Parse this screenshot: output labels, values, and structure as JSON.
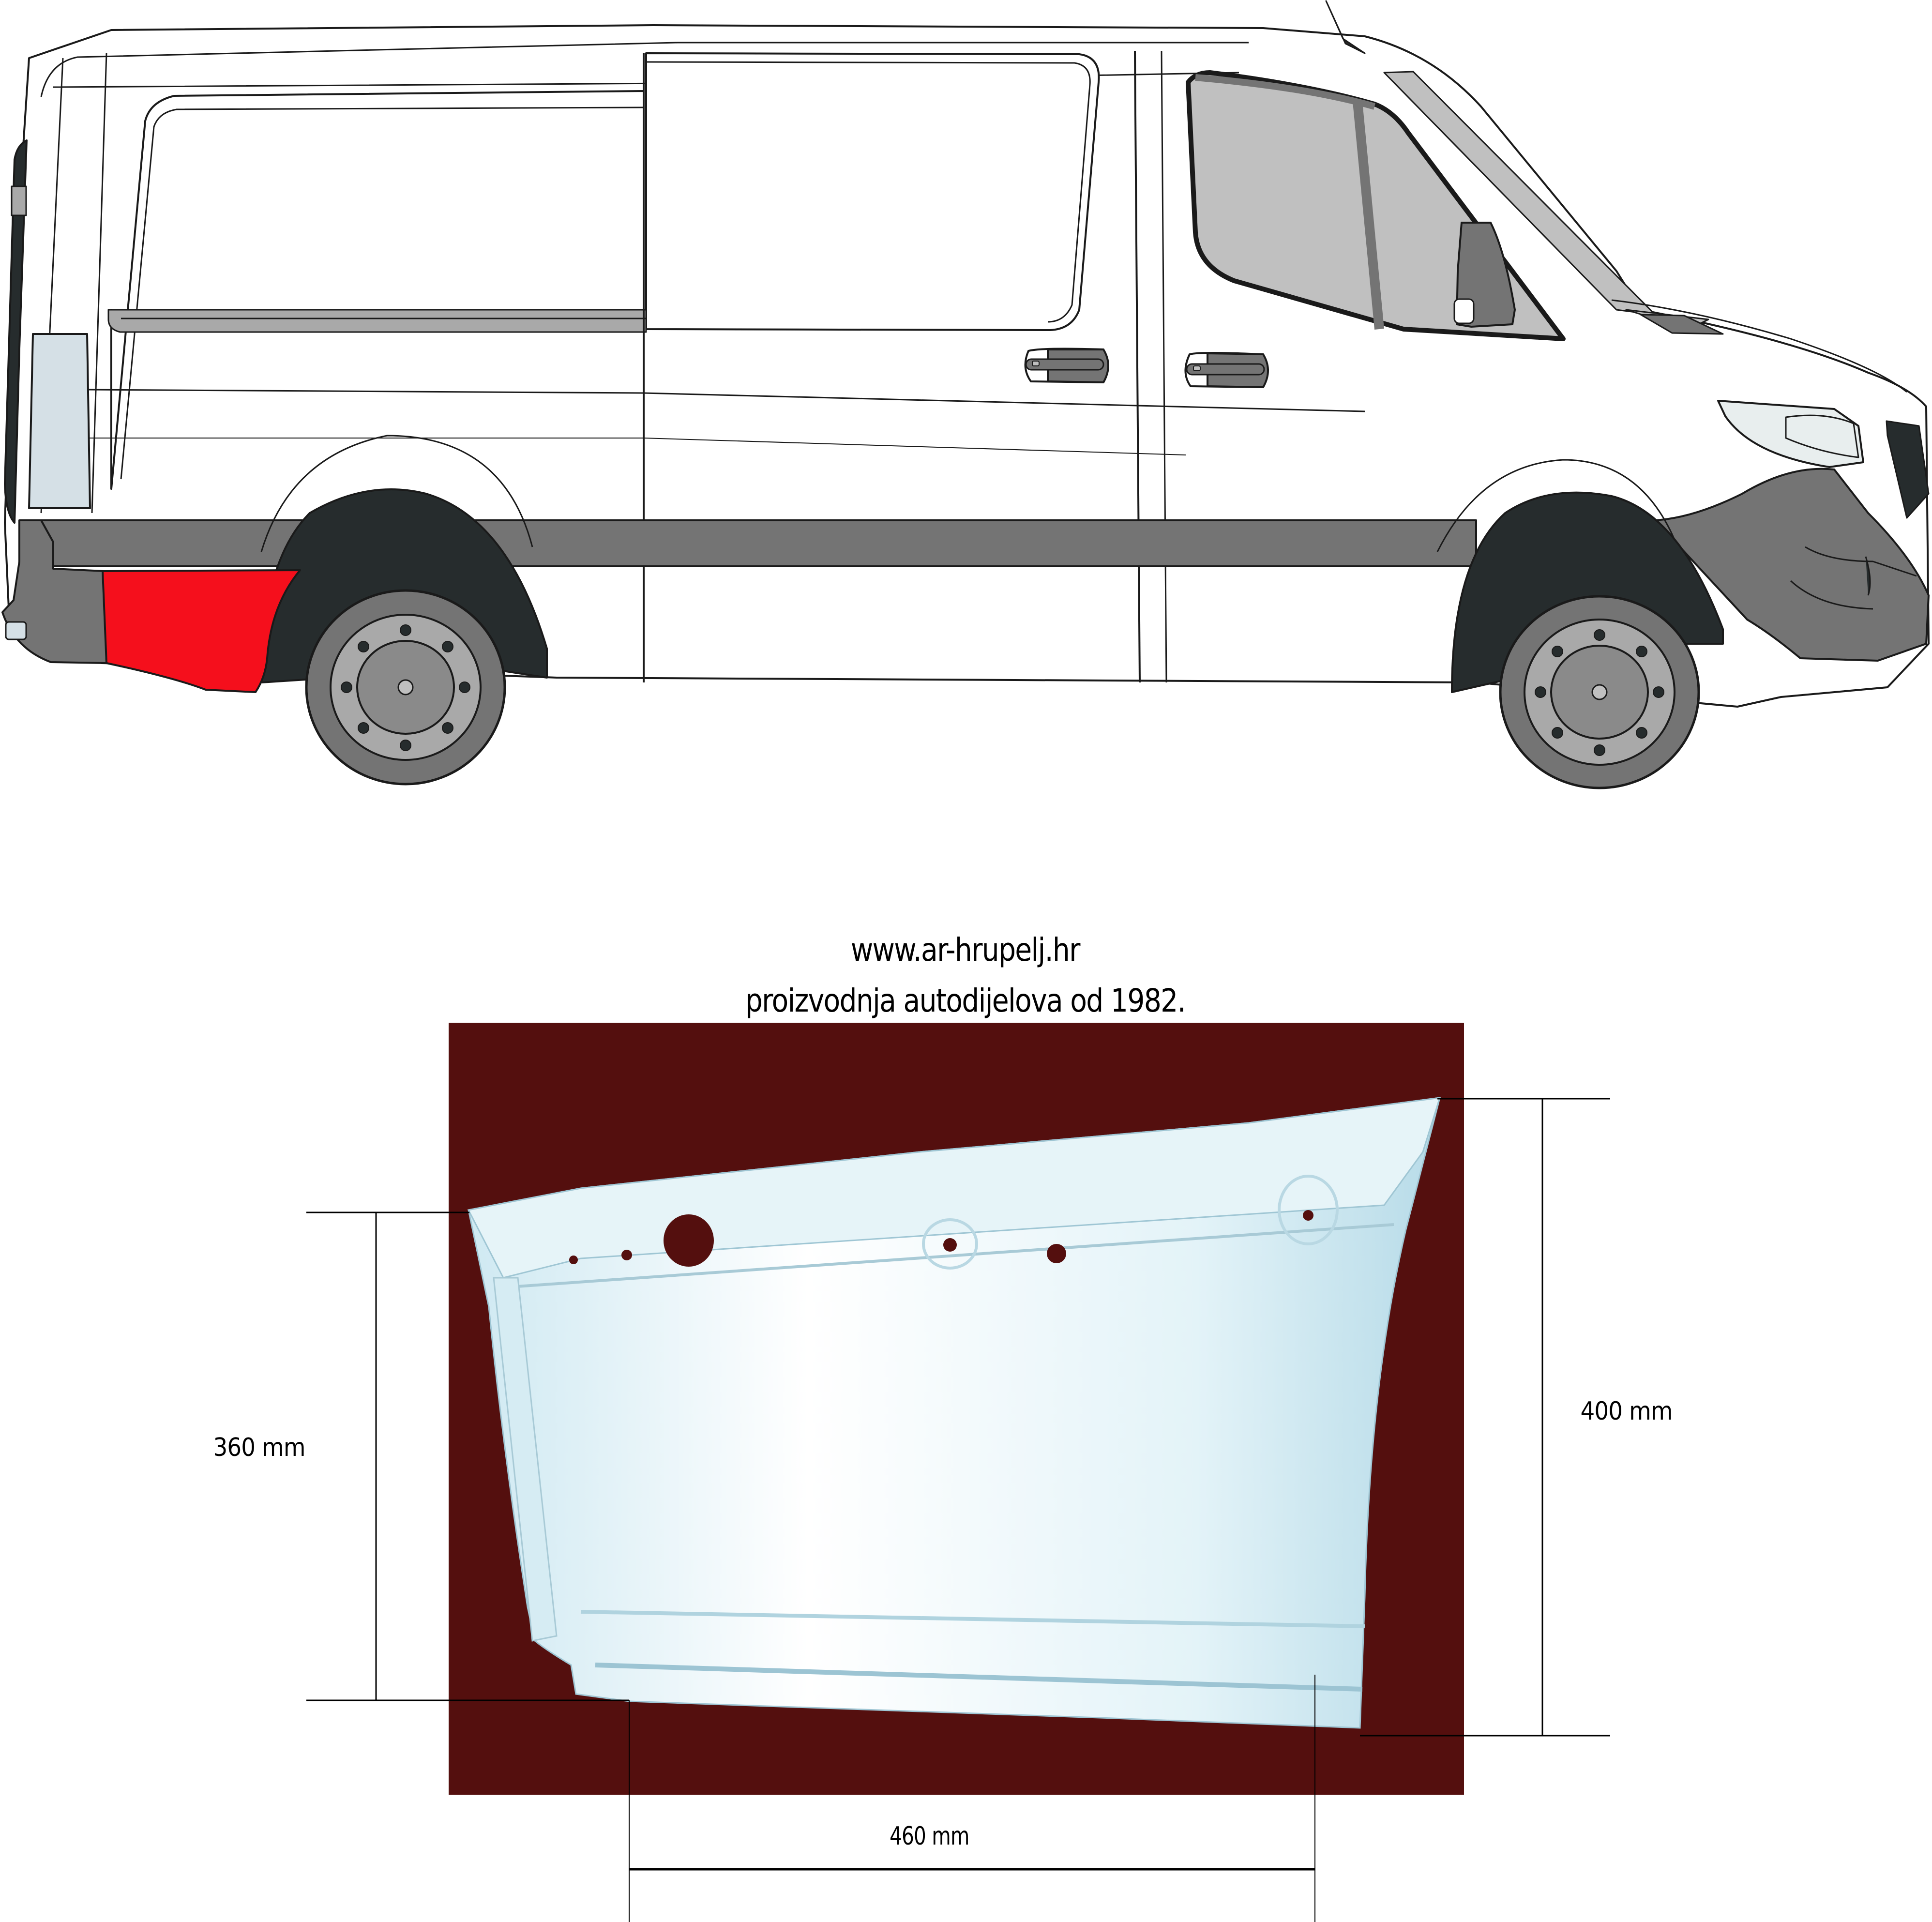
{
  "header": {
    "website": "www.ar-hrupelj.hr",
    "tagline": "proizvodnja autodijelova od 1982."
  },
  "vehicle_diagram": {
    "description": "Side view (right side) of a panel van with the highlighted replacement part",
    "highlighted_part": "rear wheel arch repair panel (lower rear quarter, in front of rear bumper)",
    "colors": {
      "body": "#ffffff",
      "outline": "#1a1a1a",
      "lower_trim": "#747474",
      "wheel_arch_liner": "#262c2d",
      "tire": "#747474",
      "rim": "#a9a9a9",
      "hub": "#8a8a8a",
      "glass": "#c0c0c0",
      "rear_light": "#d5e0e6",
      "highlight_part": "#f50f1c"
    }
  },
  "product_photo": {
    "background_color": "#540f0e",
    "panel_color": "#dcf0f6",
    "holes": 6
  },
  "dimensions": {
    "height_left": "360 mm",
    "height_right": "400 mm",
    "width_bottom": "460 mm"
  }
}
